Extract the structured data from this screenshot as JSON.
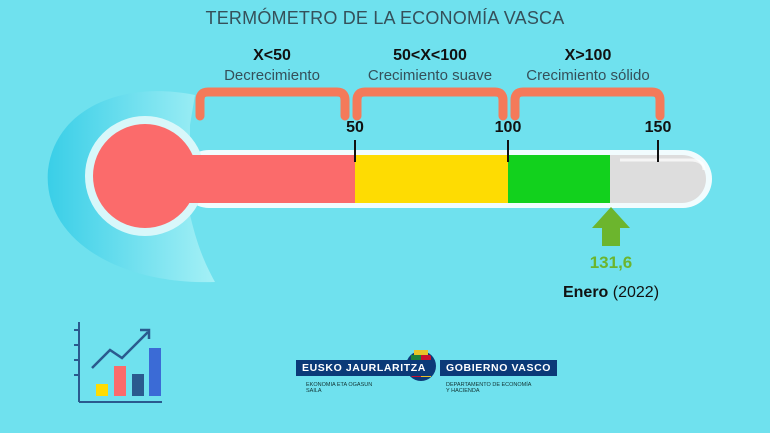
{
  "title": "TERMÓMETRO DE LA ECONOMÍA VASCA",
  "ranges": [
    {
      "condition": "X<50",
      "description": "Decrecimiento"
    },
    {
      "condition": "50<X<100",
      "description": "Crecimiento suave"
    },
    {
      "condition": "X>100",
      "description": "Crecimiento sólido"
    }
  ],
  "ticks": [
    "50",
    "100",
    "150"
  ],
  "indicator": {
    "value": "131,6",
    "month": "Enero",
    "year": "(2022)"
  },
  "colors": {
    "background": "#6fe1ee",
    "bulb": "#fb6b6b",
    "zone_decrecimiento": "#fb6b6b",
    "zone_suave": "#fedc02",
    "zone_solido": "#12d11d",
    "zone_empty": "#dddddd",
    "brace": "#f47a5a",
    "arrow": "#6cb52d"
  },
  "icons": {
    "chart": "bar-chart-growth-icon",
    "arrow": "arrow-up-icon",
    "shield": "coat-of-arms-icon"
  },
  "logo": {
    "left_name": "EUSKO JAURLARITZA",
    "right_name": "GOBIERNO VASCO",
    "left_dept_1": "EKONOMIA ETA OGASUN",
    "left_dept_2": "SAILA",
    "right_dept_1": "DEPARTAMENTO DE ECONOMÍA",
    "right_dept_2": "Y HACIENDA"
  }
}
